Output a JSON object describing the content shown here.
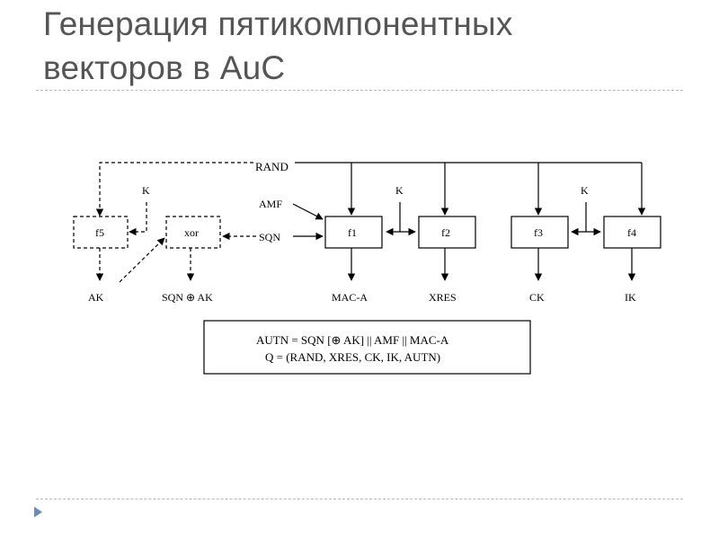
{
  "slide": {
    "title_line1": "Генерация пятикомпонентных",
    "title_line2": "векторов в AuC"
  },
  "diagram": {
    "labels": {
      "rand": "RAND",
      "amf": "AMF",
      "sqn": "SQN",
      "k": "K",
      "f5": "f5",
      "xor": "xor",
      "f1": "f1",
      "f2": "f2",
      "f3": "f3",
      "f4": "f4",
      "ak": "AK",
      "sqn_xor_ak": "SQN ⊕ AK",
      "mac_a": "MAC-A",
      "xres": "XRES",
      "ck": "CK",
      "ik": "IK"
    },
    "formula": {
      "line1": "AUTN = SQN [⊕ AK] || AMF || MAC-A",
      "line2": "Q = (RAND, XRES, CK, IK, AUTN)"
    }
  }
}
